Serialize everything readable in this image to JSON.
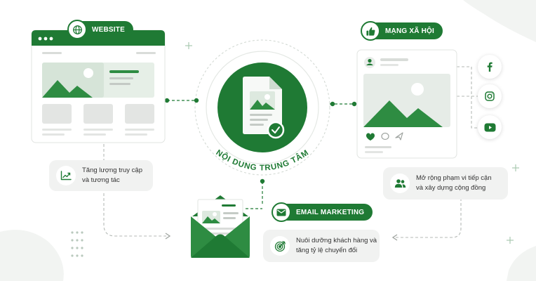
{
  "center": {
    "title": "NỘI DUNG TRUNG TÂM"
  },
  "website": {
    "label": "WEBSITE",
    "icon": "globe-icon",
    "benefit_line1": "Tăng lượng truy cập",
    "benefit_line2": "và tương tác",
    "benefit_icon": "trend-chart-icon"
  },
  "social": {
    "label": "MẠNG XÃ HỘI",
    "icon": "thumbs-up-icon",
    "networks": [
      "facebook-icon",
      "instagram-icon",
      "youtube-icon"
    ],
    "benefit_line1": "Mở rộng phạm vi tiếp cận",
    "benefit_line2": "và xây dựng cộng đồng",
    "benefit_icon": "users-icon"
  },
  "email": {
    "label": "EMAIL MARKETING",
    "icon": "envelope-icon",
    "benefit_line1": "Nuôi dưỡng khách hàng và",
    "benefit_line2": "tăng tỷ lệ chuyển đổi",
    "benefit_icon": "target-icon"
  },
  "colors": {
    "primary": "#1f7a34",
    "primary_light": "#2e9a48",
    "card_bg": "#f1f2f1",
    "placeholder": "#e3e5e3"
  }
}
